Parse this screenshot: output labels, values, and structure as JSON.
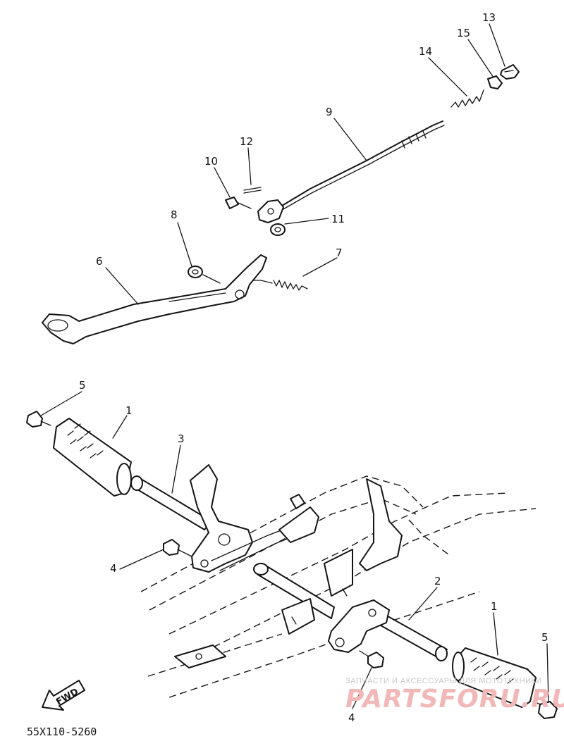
{
  "diagram_code": "55X110-5260",
  "fwd_label": "FWD",
  "watermark": {
    "line1": "ЗАПЧАСТИ И АКСЕССУАРЫ ДЛЯ МОТОТЕХНИКИ",
    "logo": "PARTSFORU.RU"
  },
  "callouts": {
    "c1": "1",
    "c2": "2",
    "c3": "3",
    "c4": "4",
    "c5": "5",
    "c6": "6",
    "c7": "7",
    "c8": "8",
    "c9": "9",
    "c10": "10",
    "c11": "11",
    "c12": "12",
    "c13": "13",
    "c14": "14",
    "c15": "15"
  }
}
